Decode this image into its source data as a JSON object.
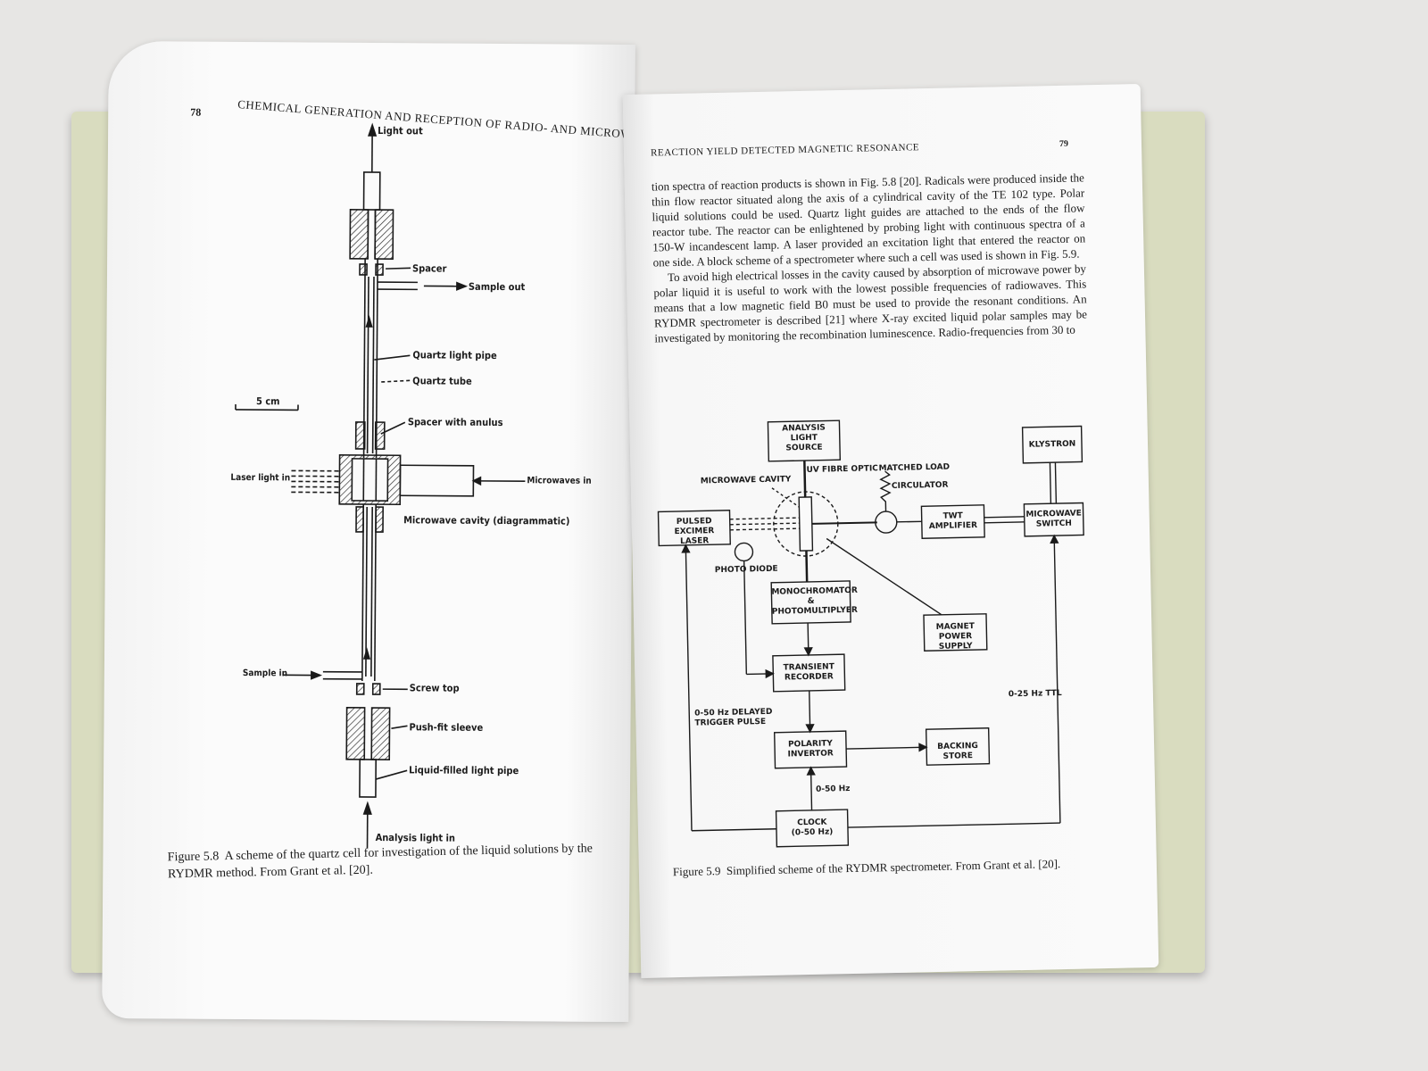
{
  "left_page": {
    "page_number": "78",
    "running_head": "CHEMICAL GENERATION AND RECEPTION OF RADIO- AND MICROWAVES",
    "figure_labels": {
      "light_out": "Light out",
      "spacer": "Spacer",
      "sample_out": "Sample out",
      "quartz_light_pipe": "Quartz light pipe",
      "quartz_tube": "Quartz tube",
      "scale": "5 cm",
      "spacer_with_anulus": "Spacer with anulus",
      "laser_light_in": "Laser light in",
      "microwaves_in": "Microwaves in",
      "microwave_cavity": "Microwave cavity (diagrammatic)",
      "sample_in": "Sample in",
      "screw_top": "Screw top",
      "push_fit_sleeve": "Push-fit sleeve",
      "liquid_filled_light_pipe": "Liquid-filled light pipe",
      "analysis_light_in": "Analysis light in"
    },
    "caption_label": "Figure 5.8",
    "caption_text": "A scheme of the quartz cell for investigation of the liquid solutions by the RYDMR method. From Grant et al. [20]."
  },
  "right_page": {
    "running_head": "REACTION YIELD DETECTED MAGNETIC RESONANCE",
    "page_number": "79",
    "paragraph_1": "tion spectra of reaction products is shown in Fig. 5.8 [20]. Radicals were produced inside the thin flow reactor situated along the axis of a cylindrical cavity of the TE 102 type. Polar liquid solutions could be used. Quartz light guides are attached to the ends of the flow reactor tube. The reactor can be enlightened by probing light with continuous spectra of a 150-W incandescent lamp. A laser provided an excitation light that entered the reactor on one side. A block scheme of a spectrometer where such a cell was used is shown in Fig. 5.9.",
    "paragraph_2": "To avoid high electrical losses in the cavity caused by absorption of microwave power by polar liquid it is useful to work with the lowest possible frequencies of radiowaves. This means that a low magnetic field B0 must be used to provide the resonant conditions. An RYDMR spectrometer is described [21] where X-ray excited liquid polar samples may be investigated by monitoring the recombination luminescence. Radio-frequencies from 30 to",
    "diagram": {
      "analysis_light_source": "ANALYSIS\nLIGHT\nSOURCE",
      "klystron": "KLYSTRON",
      "uv_fibre_optic": "UV FIBRE OPTIC",
      "matched_load": "MATCHED LOAD",
      "microwave_cavity": "MICROWAVE CAVITY",
      "circulator": "CIRCULATOR",
      "pulsed_excimer_laser": "PULSED\nEXCIMER LASER",
      "twt_amplifier": "TWT\nAMPLIFIER",
      "microwave_switch": "MICROWAVE\nSWITCH",
      "photo_diode": "PHOTO DIODE",
      "monochromator": "MONOCHROMATOR\n&\nPHOTOMULTIPLYER",
      "magnet_power_supply": "MAGNET\nPOWER SUPPLY",
      "transient_recorder": "TRANSIENT\nRECORDER",
      "ttl": "0-25 Hz TTL",
      "delayed_trigger": "0-50 Hz DELAYED\nTRIGGER PULSE",
      "polarity_invertor": "POLARITY\nINVERTOR",
      "backing_store": "BACKING STORE",
      "hz_label": "0-50 Hz",
      "clock": "CLOCK\n(0-50 Hz)"
    },
    "caption_label": "Figure 5.9",
    "caption_text": "Simplified scheme of the RYDMR spectrometer. From Grant et al. [20]."
  }
}
